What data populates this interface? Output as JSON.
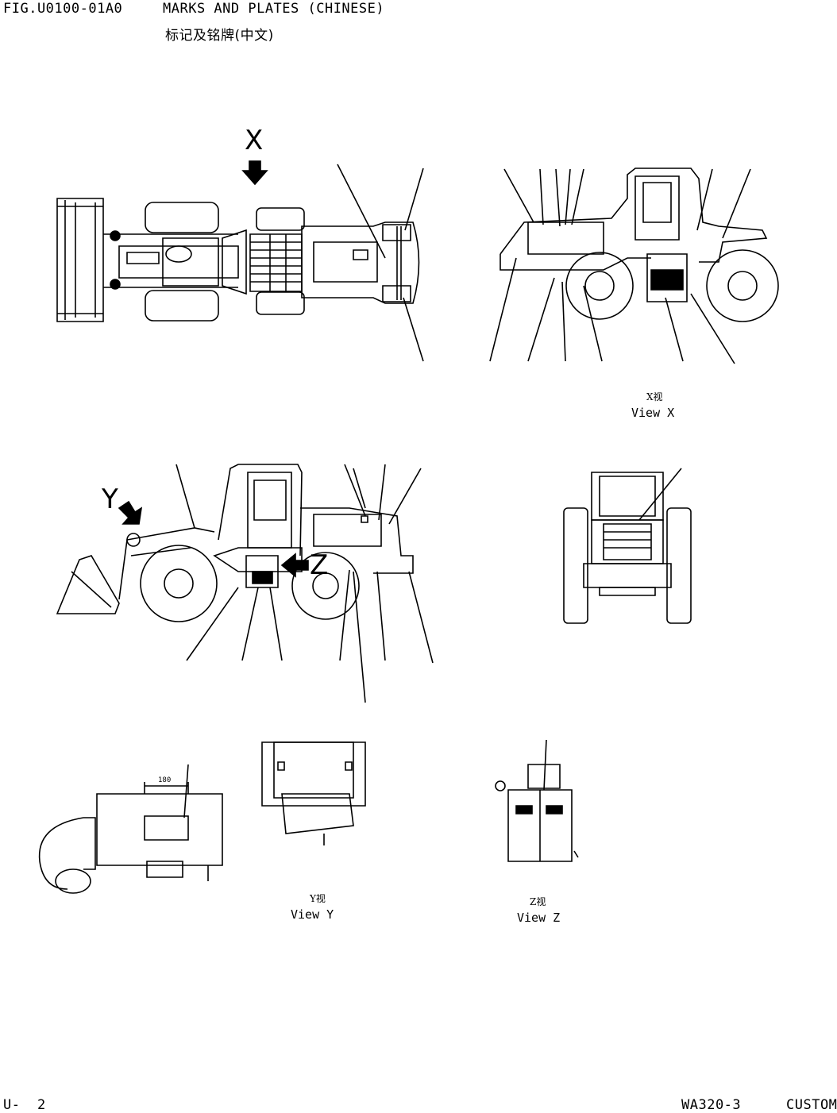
{
  "header": {
    "figure_id": "FIG.U0100-01A0",
    "title": "MARKS AND PLATES (CHINESE)",
    "subtitle": "标记及铭牌(中文)"
  },
  "views": {
    "x": {
      "marker": "X",
      "caption_cn": "X视",
      "caption": "View X"
    },
    "y": {
      "marker": "Y",
      "caption_cn": "Y视",
      "caption": "View Y"
    },
    "z": {
      "marker": "Z",
      "caption_cn": "Z视",
      "caption": "View Z"
    }
  },
  "dimension": "180",
  "footer": {
    "page": "U-  2",
    "model": "WA320-3",
    "note": "CUSTOM"
  }
}
